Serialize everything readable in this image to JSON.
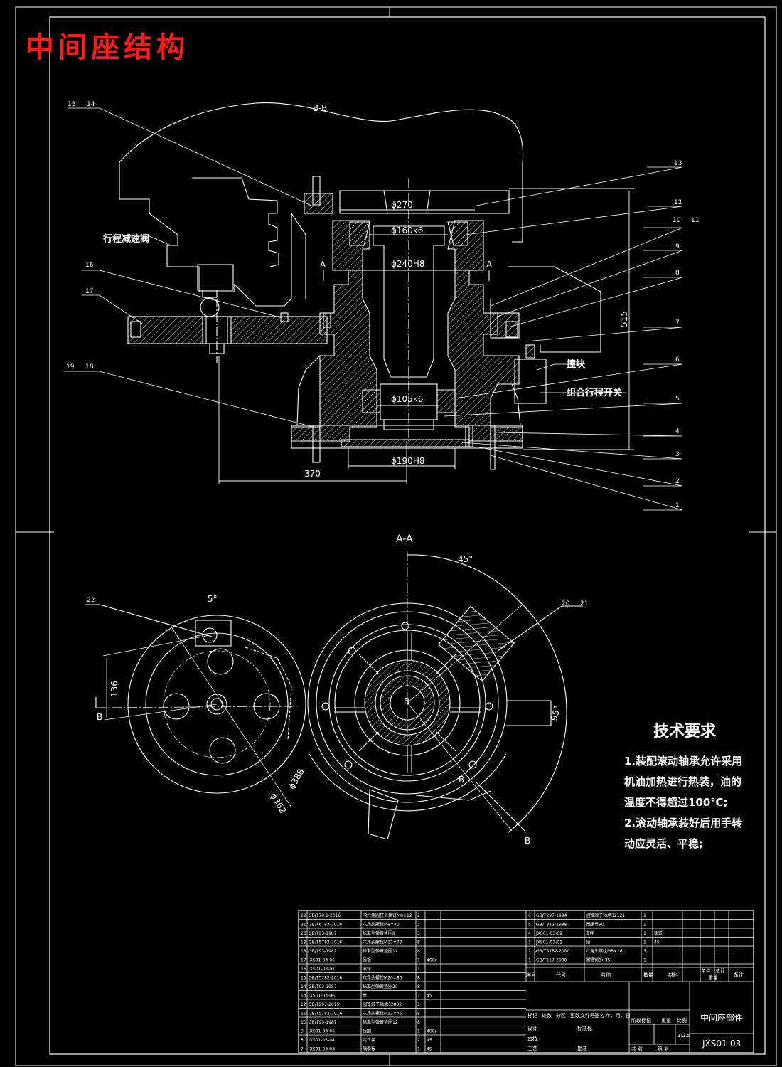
{
  "title": "中间座结构",
  "section_bb": "B-B",
  "section_aa": "A-A",
  "dims": {
    "d270": "ϕ270",
    "d160": "ϕ160k6",
    "d240": "ϕ240H8",
    "d105": "ϕ105k6",
    "d190": "ϕ190H8",
    "len370": "370",
    "len515": "515",
    "ang45": "45°",
    "ang5": "5°",
    "len136": "136",
    "d388": "ϕ388",
    "d362": "ϕ362",
    "ang95": "95°"
  },
  "labels": {
    "valve": "行程减速阀",
    "stop": "撞块",
    "switch": "组合行程开关",
    "A": "A",
    "B": "B"
  },
  "callouts_top": {
    "c1": "1",
    "c2": "2",
    "c3": "3",
    "c4": "4",
    "c5": "5",
    "c6": "6",
    "c7": "7",
    "c8": "8",
    "c9": "9",
    "c10": "10",
    "c11": "11",
    "c12": "12",
    "c13": "13",
    "c14": "14",
    "c15": "15",
    "c16": "16",
    "c17": "17",
    "c18": "18",
    "c19": "19"
  },
  "callouts_bottom": {
    "c20": "20",
    "c21": "21",
    "c22": "22"
  },
  "tech": {
    "title": "技术要求",
    "item1": "1.装配滚动轴承允许采用机油加热进行热装，油的温度不得超过100℃;",
    "item2": "2.滚动轴承装好后用手转动应灵活、平稳;"
  },
  "title_block": {
    "name": "中间座部件",
    "code": "JXS01-03",
    "scale": "1:2.5",
    "hdr_no": "序号",
    "hdr_code": "代号",
    "hdr_name": "名称",
    "hdr_qty": "数量",
    "hdr_mat": "材料",
    "hdr_unit": "单件",
    "hdr_total": "总计",
    "hdr_weight": "重量",
    "hdr_note": "备注",
    "mark": "标记",
    "count": "处数",
    "zone": "分区",
    "change": "更改文件号",
    "sign": "签名",
    "date": "年、月、日",
    "design": "设计",
    "std": "标准化",
    "check": "审核",
    "process": "工艺",
    "approve": "批准",
    "stage": "阶段标记",
    "weight": "重量",
    "ratio": "比例",
    "sheets": "共 张",
    "sheet": "第 张"
  },
  "bom_left": [
    {
      "no": "22",
      "code": "GB/T70.1-2016",
      "name": "内六角圆柱头螺钉M8×12",
      "qty": "2",
      "mat": ""
    },
    {
      "no": "21",
      "code": "GB/T6783-2016",
      "name": "六角头螺栓M8×40",
      "qty": "3",
      "mat": ""
    },
    {
      "no": "20",
      "code": "GB/T93-1987",
      "name": "标准型弹簧垫圈8",
      "qty": "3",
      "mat": ""
    },
    {
      "no": "19",
      "code": "GB/T5782-2016",
      "name": "六角头螺栓M12×70",
      "qty": "8",
      "mat": ""
    },
    {
      "no": "18",
      "code": "GB/T93-1987",
      "name": "标准型弹簧垫圈12",
      "qty": "8",
      "mat": ""
    },
    {
      "no": "17",
      "code": "JXS01-03-05",
      "name": "齿板",
      "qty": "1",
      "mat": "40Cr"
    },
    {
      "no": "16",
      "code": "JXS01-03-07",
      "name": "滚轮",
      "qty": "1",
      "mat": ""
    },
    {
      "no": "15",
      "code": "GB/T5782-2016",
      "name": "六角头螺栓M20×80",
      "qty": "8",
      "mat": ""
    },
    {
      "no": "14",
      "code": "GB/T93-1987",
      "name": "标准型弹簧垫圈20",
      "qty": "8",
      "mat": ""
    },
    {
      "no": "13",
      "code": "JXS01-03-06",
      "name": "盖",
      "qty": "1",
      "mat": "45"
    },
    {
      "no": "12",
      "code": "GB/T297-2015",
      "name": "圆锥滚子轴承32032",
      "qty": "1",
      "mat": ""
    },
    {
      "no": "11",
      "code": "GB/T5782-2016",
      "name": "六角头螺栓M12×45",
      "qty": "8",
      "mat": ""
    },
    {
      "no": "10",
      "code": "GB/T93-1987",
      "name": "标准型弹簧垫圈12",
      "qty": "8",
      "mat": ""
    },
    {
      "no": "9",
      "code": "JXS01-03-05",
      "name": "齿圈",
      "qty": "1",
      "mat": "40Cr"
    },
    {
      "no": "8",
      "code": "JXS01-03-04",
      "name": "定位套",
      "qty": "2",
      "mat": "45"
    },
    {
      "no": "7",
      "code": "JXS01-03-03",
      "name": "隔套板",
      "qty": "1",
      "mat": "45"
    }
  ],
  "bom_right": [
    {
      "no": "6",
      "code": "GB/T297-1994",
      "name": "圆锥滚子轴承32121",
      "qty": "1",
      "mat": ""
    },
    {
      "no": "5",
      "code": "GB/T812-1988",
      "name": "圆螺母90",
      "qty": "1",
      "mat": ""
    },
    {
      "no": "4",
      "code": "JXS01-03-02",
      "name": "支座",
      "qty": "1",
      "mat": "铸铁"
    },
    {
      "no": "3",
      "code": "JXS01-03-01",
      "name": "轴",
      "qty": "1",
      "mat": "45"
    },
    {
      "no": "2",
      "code": "GB/T5782-2000",
      "name": "六角头螺栓M8×16",
      "qty": "3",
      "mat": ""
    },
    {
      "no": "1",
      "code": "GB/T117-2000",
      "name": "圆锥销8×35",
      "qty": "1",
      "mat": ""
    }
  ]
}
